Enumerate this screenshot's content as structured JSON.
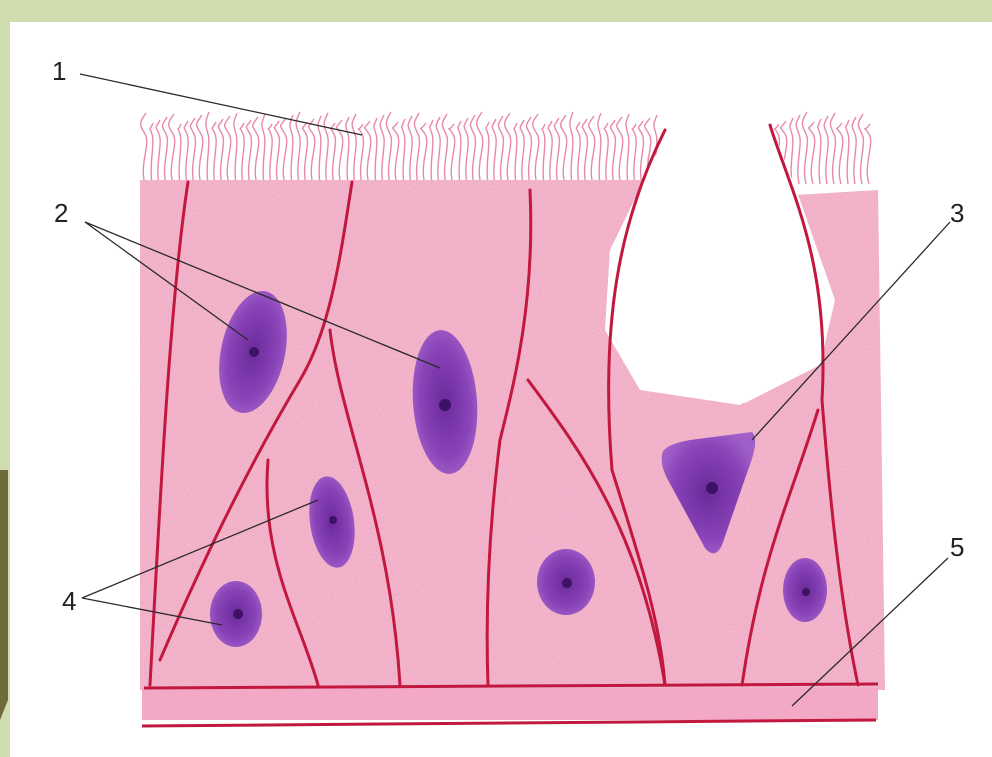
{
  "labels": {
    "l1": "1",
    "l2": "2",
    "l3": "3",
    "l4": "4",
    "l5": "5"
  },
  "colors": {
    "frame_green": "#c9d8a8",
    "frame_olive": "#6f6a3c",
    "cytoplasm": "#ef9bbb",
    "cytoplasm_light": "#f6c3d6",
    "cilia": "#e889a9",
    "membrane": "#c2183f",
    "nucleus": "#8a3fb3",
    "nucleus_dark": "#5a1e86",
    "basement": "#f3a9c6",
    "goblet": "#ffffff"
  }
}
